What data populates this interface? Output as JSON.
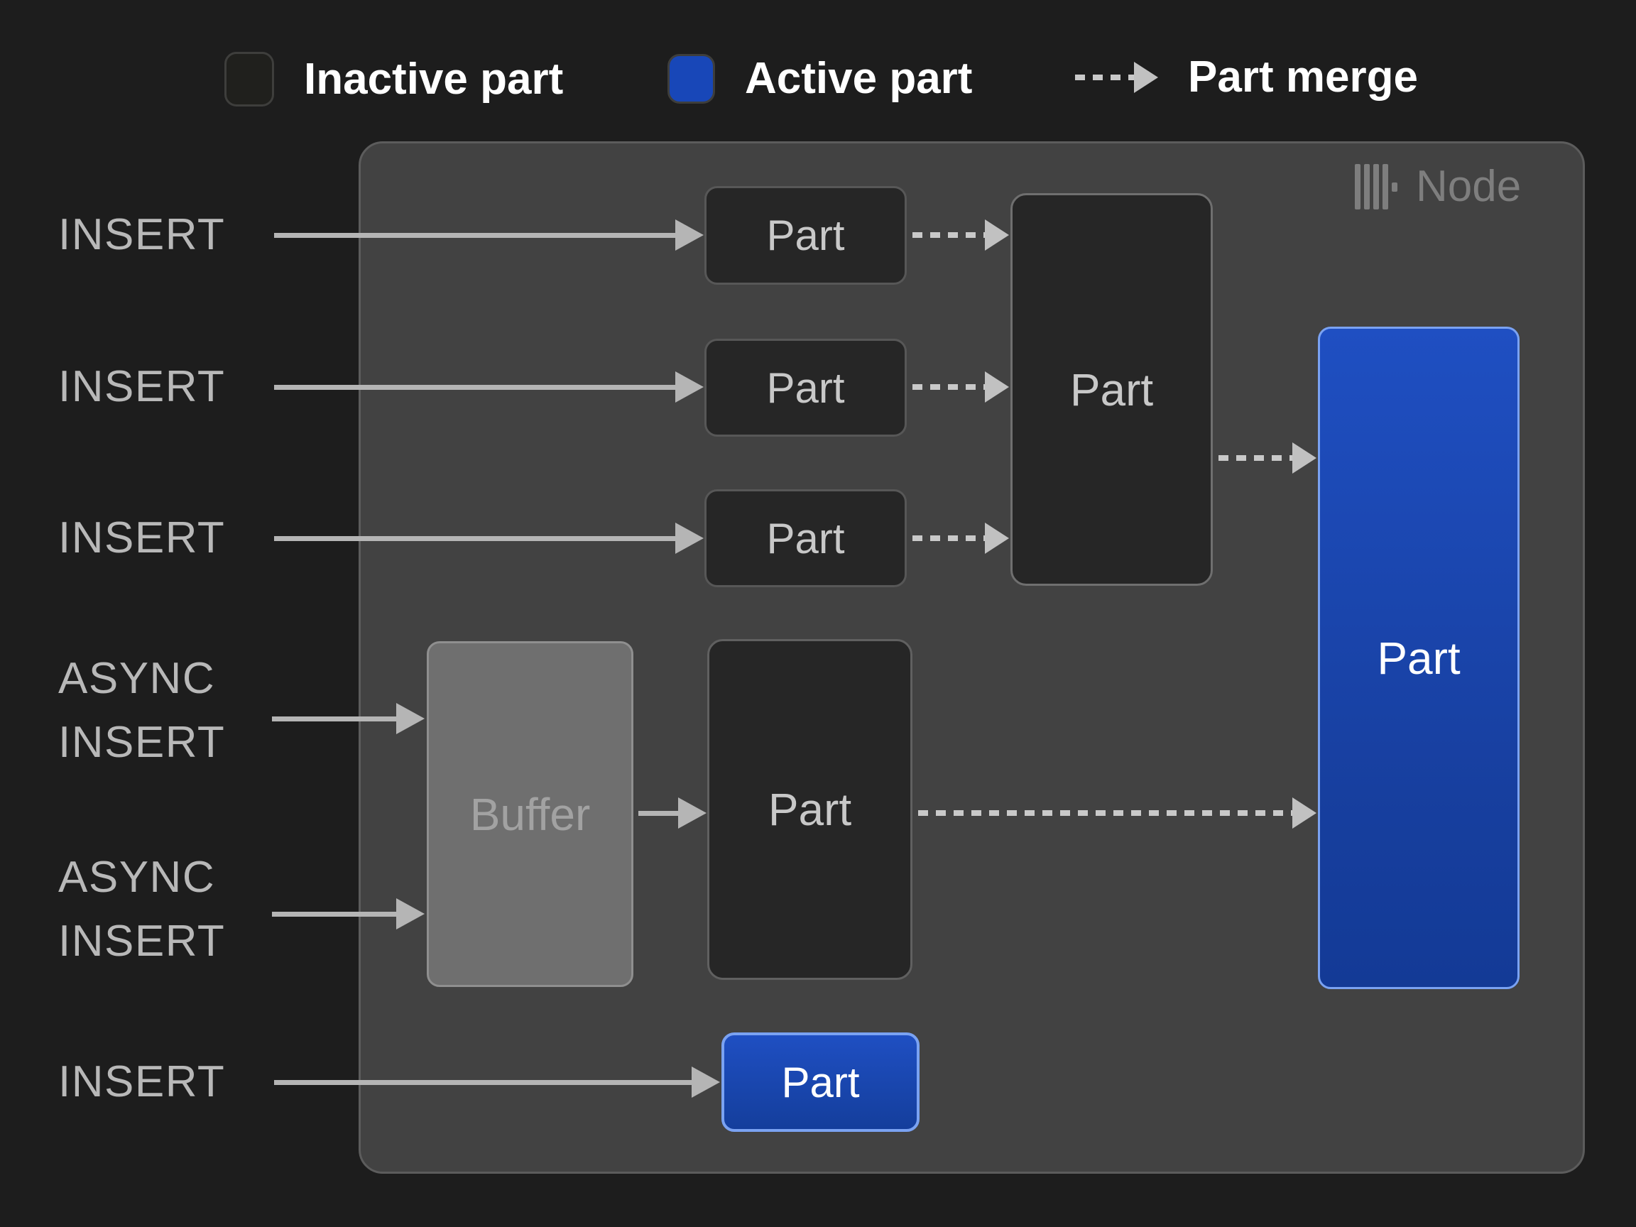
{
  "legend": {
    "inactive": {
      "label": "Inactive part",
      "swatch_color": "#20201d"
    },
    "active": {
      "label": "Active part",
      "swatch_color": "#1847b8"
    },
    "merge": {
      "label": "Part merge"
    }
  },
  "node": {
    "label": "Node"
  },
  "inserts": {
    "insert_top1": "INSERT",
    "insert_top2": "INSERT",
    "insert_top3": "INSERT",
    "async_insert1": [
      "ASYNC",
      "INSERT"
    ],
    "async_insert2": [
      "ASYNC",
      "INSERT"
    ],
    "insert_bottom": "INSERT"
  },
  "boxes": {
    "part_small1": "Part",
    "part_small2": "Part",
    "part_small3": "Part",
    "part_merge_target": "Part",
    "buffer": "Buffer",
    "part_async": "Part",
    "part_active_large": "Part",
    "part_active_small": "Part"
  },
  "colors": {
    "background": "#1d1d1d",
    "node_fill": "#424242",
    "node_border": "#5c5c5c",
    "inactive_fill": "#262626",
    "inactive_border": "#575757",
    "active_blue": "#1847b8",
    "active_border_blue": "#7aa2f2",
    "buffer_fill": "#6f6f6f",
    "solid_arrow_gray": "#b5b5b5",
    "dashed_arrow_gray": "#c9c9c9",
    "legend_text": "#ffffff",
    "side_label_text": "#b8b8b8",
    "node_text": "#7e7e7e"
  }
}
